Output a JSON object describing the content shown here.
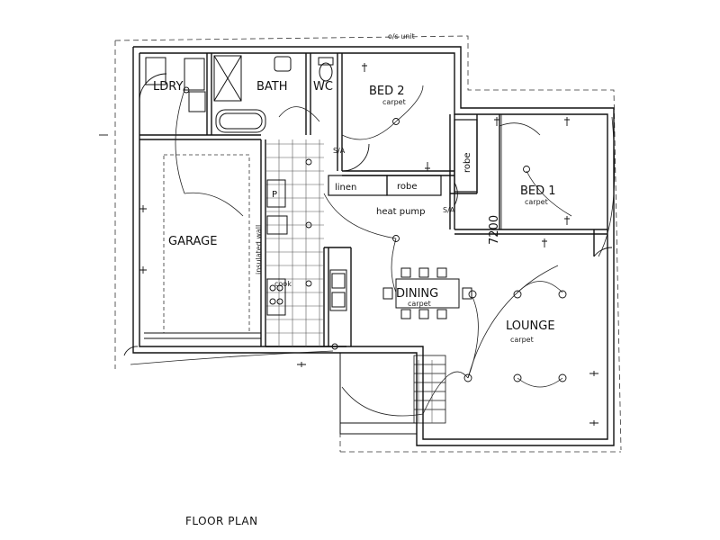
{
  "title": "FLOOR PLAN",
  "top_label": "o/s unit",
  "rooms": {
    "laundry": "LDRY",
    "bath": "BATH",
    "wc": "WC",
    "bed2": "BED 2",
    "bed1": "BED 1",
    "garage": "GARAGE",
    "dining": "DINING",
    "lounge": "LOUNGE"
  },
  "floor_finish": {
    "bed2": "carpet",
    "bed1": "carpet",
    "dining": "carpet",
    "lounge": "carpet"
  },
  "fixtures": {
    "linen": "linen",
    "robe_bed2": "robe",
    "robe_bed1": "robe",
    "pantry": "P",
    "cook": "cook",
    "heat_pump": "heat pump",
    "smoke_alarm_1": "S/A",
    "smoke_alarm_2": "S/A",
    "insulated_wall": "insulated wall"
  },
  "dimension": "7200",
  "colors": {
    "line": "#111111",
    "hatch": "#555555",
    "background": "#ffffff"
  }
}
